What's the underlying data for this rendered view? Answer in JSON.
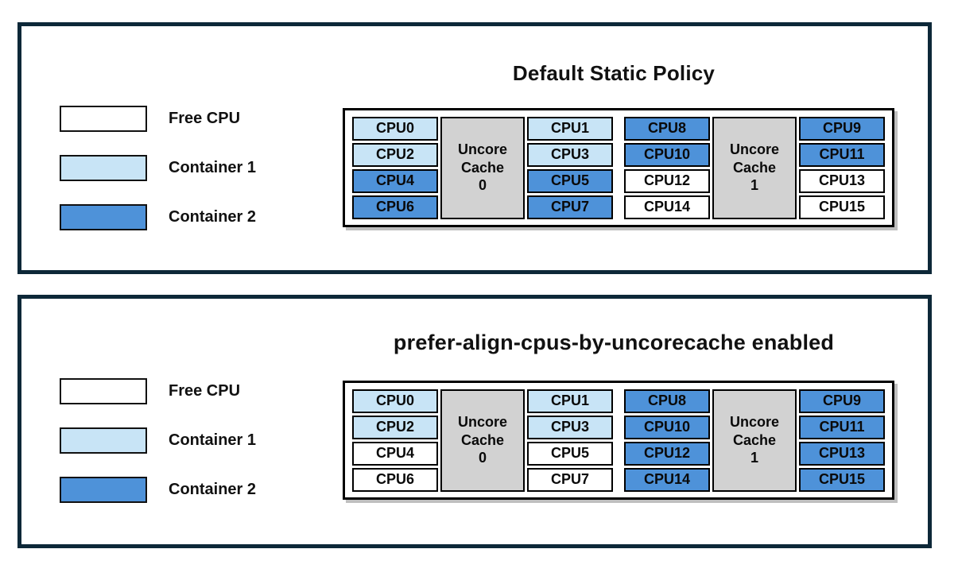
{
  "colors": {
    "free": "#ffffff",
    "container1": "#c8e4f6",
    "container2": "#4e92d9",
    "uncore": "#d2d2d2",
    "panel_border": "#0d2838"
  },
  "legend": {
    "items": [
      {
        "label": "Free CPU",
        "state": "free"
      },
      {
        "label": "Container 1",
        "state": "container1"
      },
      {
        "label": "Container 2",
        "state": "container2"
      }
    ]
  },
  "panels": [
    {
      "title": "Default Static Policy",
      "groups": [
        {
          "uncore_lines": [
            "Uncore",
            "Cache",
            "0"
          ],
          "left_cells": [
            {
              "label": "CPU0",
              "state": "container1"
            },
            {
              "label": "CPU2",
              "state": "container1"
            },
            {
              "label": "CPU4",
              "state": "container2"
            },
            {
              "label": "CPU6",
              "state": "container2"
            }
          ],
          "right_cells": [
            {
              "label": "CPU1",
              "state": "container1"
            },
            {
              "label": "CPU3",
              "state": "container1"
            },
            {
              "label": "CPU5",
              "state": "container2"
            },
            {
              "label": "CPU7",
              "state": "container2"
            }
          ]
        },
        {
          "uncore_lines": [
            "Uncore",
            "Cache",
            "1"
          ],
          "left_cells": [
            {
              "label": "CPU8",
              "state": "container2"
            },
            {
              "label": "CPU10",
              "state": "container2"
            },
            {
              "label": "CPU12",
              "state": "free"
            },
            {
              "label": "CPU14",
              "state": "free"
            }
          ],
          "right_cells": [
            {
              "label": "CPU9",
              "state": "container2"
            },
            {
              "label": "CPU11",
              "state": "container2"
            },
            {
              "label": "CPU13",
              "state": "free"
            },
            {
              "label": "CPU15",
              "state": "free"
            }
          ]
        }
      ]
    },
    {
      "title": "prefer-align-cpus-by-uncorecache enabled",
      "groups": [
        {
          "uncore_lines": [
            "Uncore",
            "Cache",
            "0"
          ],
          "left_cells": [
            {
              "label": "CPU0",
              "state": "container1"
            },
            {
              "label": "CPU2",
              "state": "container1"
            },
            {
              "label": "CPU4",
              "state": "free"
            },
            {
              "label": "CPU6",
              "state": "free"
            }
          ],
          "right_cells": [
            {
              "label": "CPU1",
              "state": "container1"
            },
            {
              "label": "CPU3",
              "state": "container1"
            },
            {
              "label": "CPU5",
              "state": "free"
            },
            {
              "label": "CPU7",
              "state": "free"
            }
          ]
        },
        {
          "uncore_lines": [
            "Uncore",
            "Cache",
            "1"
          ],
          "left_cells": [
            {
              "label": "CPU8",
              "state": "container2"
            },
            {
              "label": "CPU10",
              "state": "container2"
            },
            {
              "label": "CPU12",
              "state": "container2"
            },
            {
              "label": "CPU14",
              "state": "container2"
            }
          ],
          "right_cells": [
            {
              "label": "CPU9",
              "state": "container2"
            },
            {
              "label": "CPU11",
              "state": "container2"
            },
            {
              "label": "CPU13",
              "state": "container2"
            },
            {
              "label": "CPU15",
              "state": "container2"
            }
          ]
        }
      ]
    }
  ]
}
